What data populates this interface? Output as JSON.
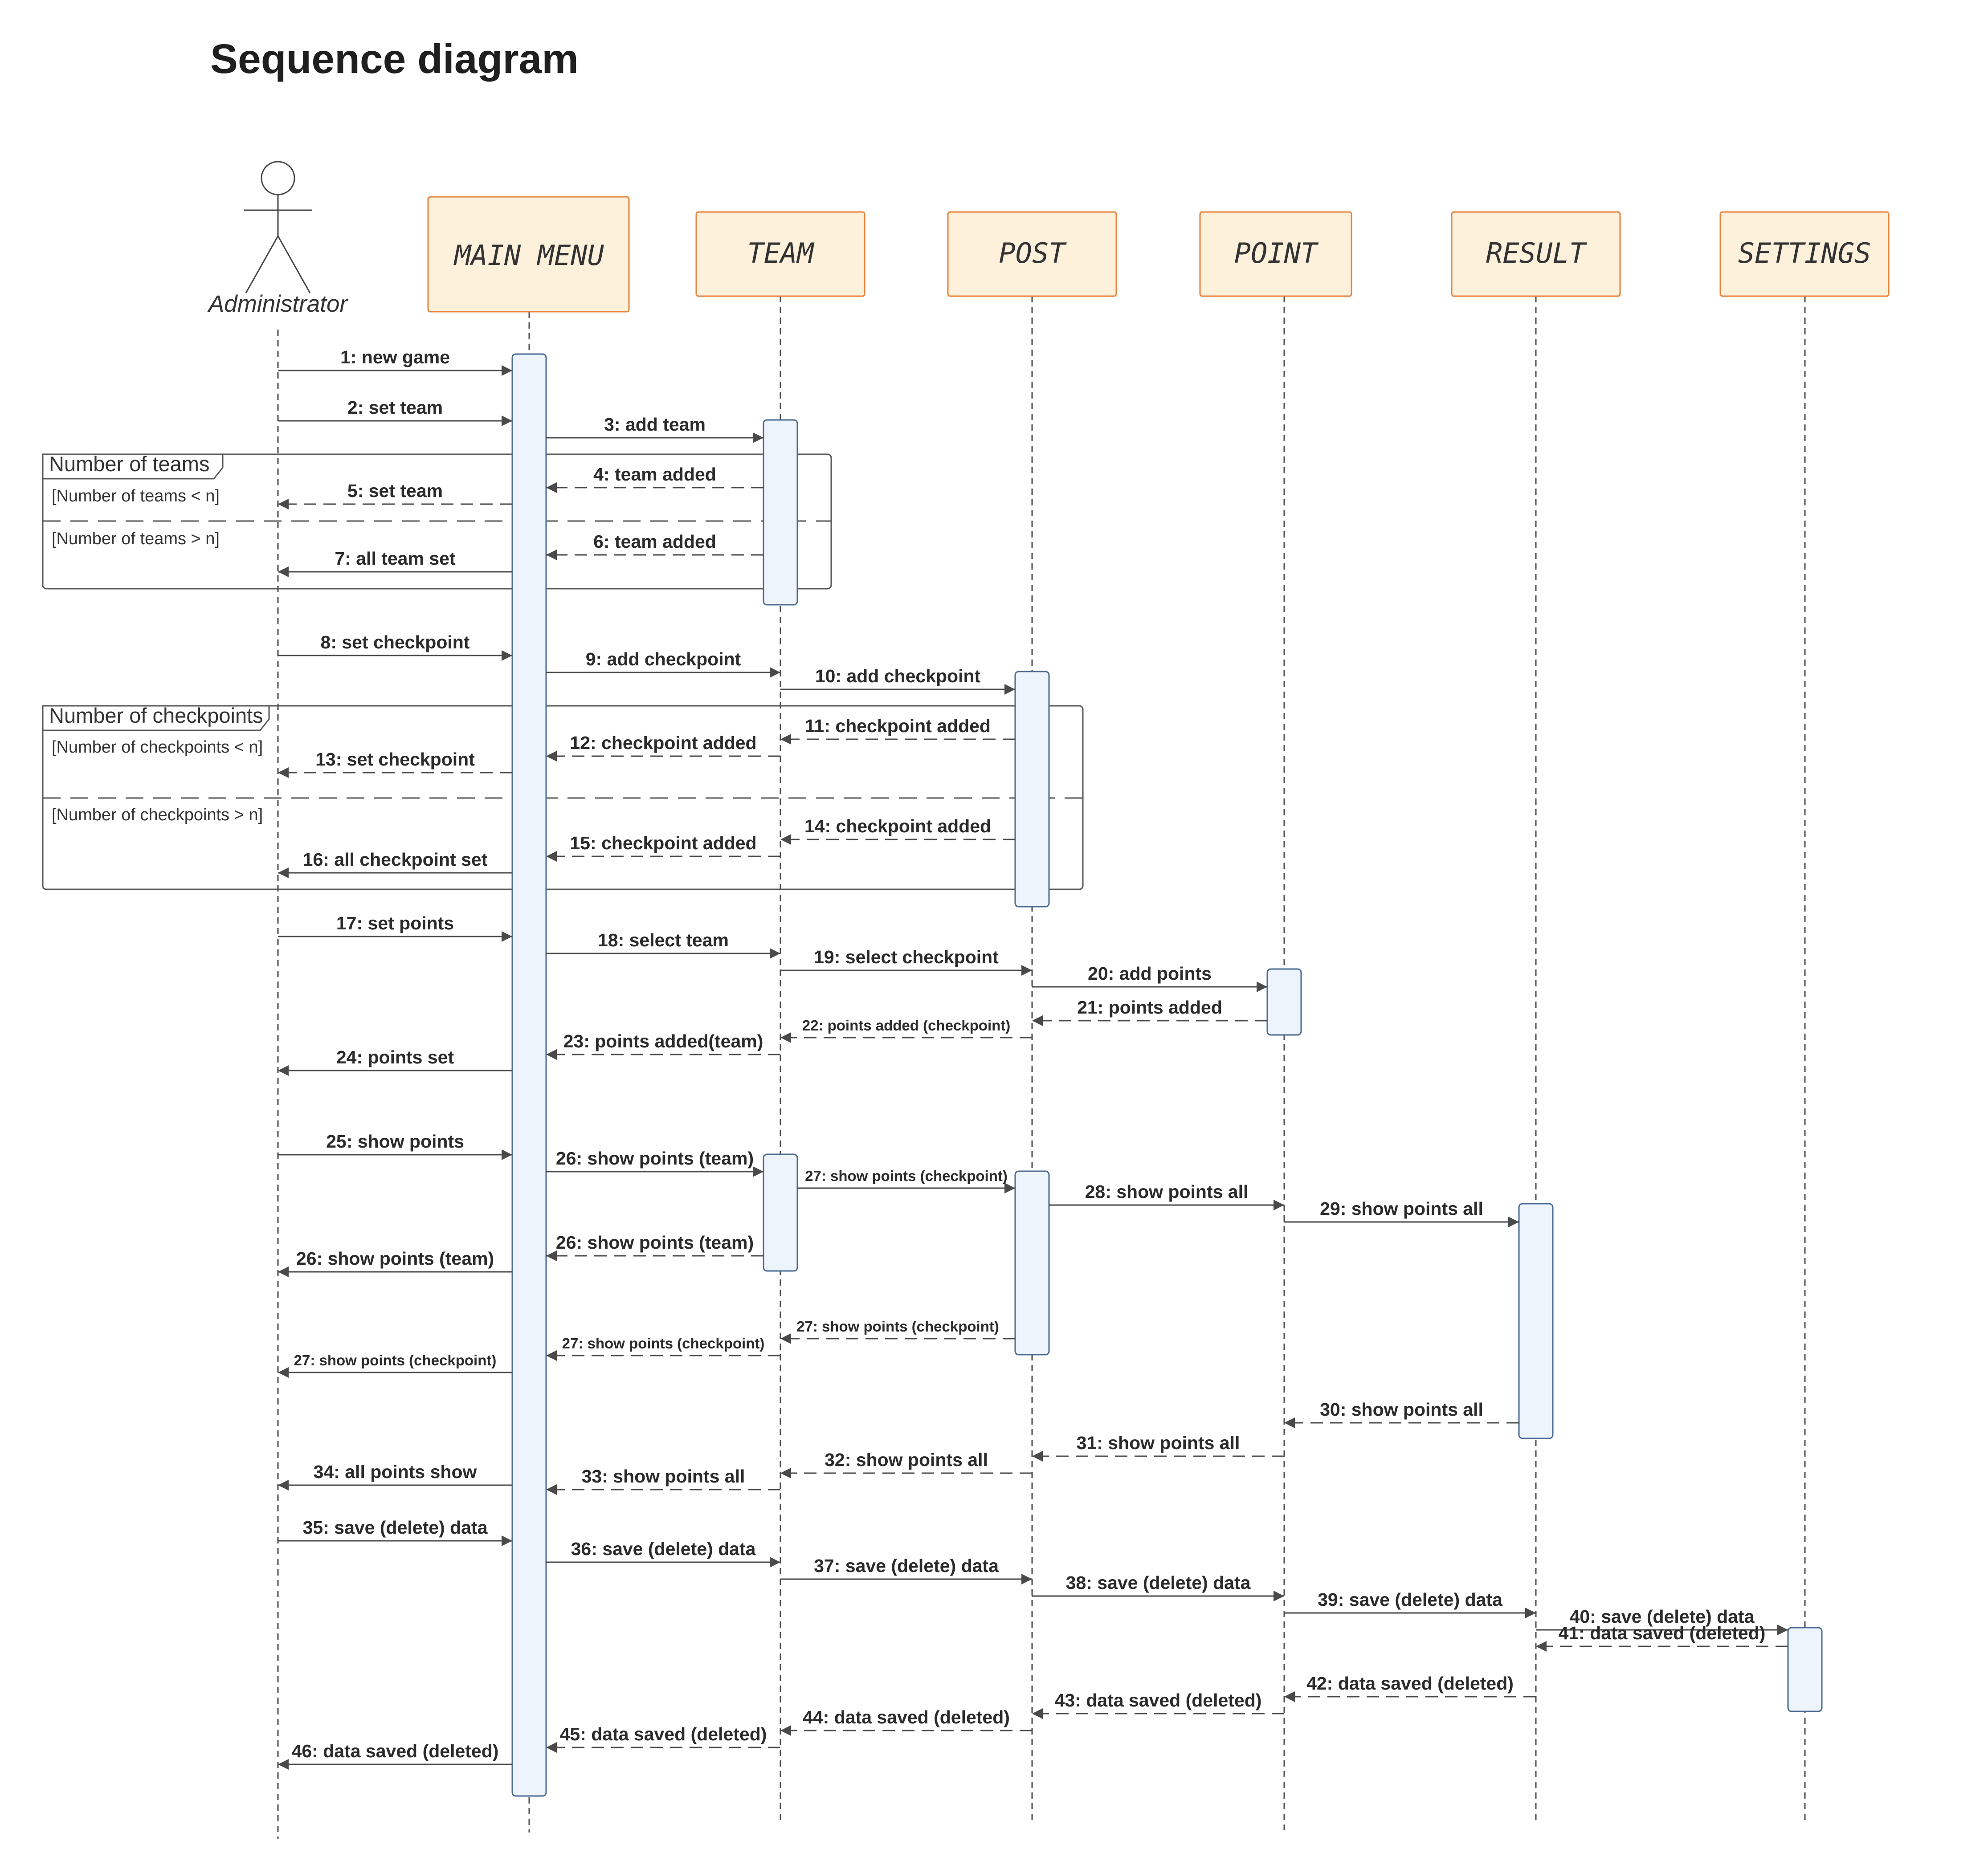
{
  "title": "Sequence diagram",
  "colors": {
    "participant_fill": "#fdf1dc",
    "participant_stroke": "#e8823a",
    "activation_fill": "#eef4fc",
    "activation_stroke": "#4a6a92",
    "line": "#4a4a4a"
  },
  "actor": {
    "label": "Administrator"
  },
  "participants": [
    {
      "id": "menu",
      "label": "MAIN MENU"
    },
    {
      "id": "team",
      "label": "TEAM"
    },
    {
      "id": "post",
      "label": "POST"
    },
    {
      "id": "point",
      "label": "POINT"
    },
    {
      "id": "result",
      "label": "RESULT"
    },
    {
      "id": "settings",
      "label": "SETTINGS"
    }
  ],
  "fragments": [
    {
      "name": "Number of teams",
      "guards": [
        "[Number of teams < n]",
        "[Number of teams > n]"
      ]
    },
    {
      "name": "Number of checkpoints",
      "guards": [
        "[Number of checkpoints < n]",
        "[Number of checkpoints > n]"
      ]
    }
  ],
  "messages": [
    {
      "num": "1",
      "text": "new game",
      "from": "admin",
      "to": "menu",
      "type": "sync"
    },
    {
      "num": "2",
      "text": "set team",
      "from": "admin",
      "to": "menu",
      "type": "sync"
    },
    {
      "num": "3",
      "text": "add team",
      "from": "menu",
      "to": "team",
      "type": "sync"
    },
    {
      "num": "4",
      "text": "team added",
      "from": "team",
      "to": "menu",
      "type": "reply"
    },
    {
      "num": "5",
      "text": "set team",
      "from": "menu",
      "to": "admin",
      "type": "reply"
    },
    {
      "num": "6",
      "text": "team added",
      "from": "team",
      "to": "menu",
      "type": "reply"
    },
    {
      "num": "7",
      "text": "all team set",
      "from": "menu",
      "to": "admin",
      "type": "sync"
    },
    {
      "num": "8",
      "text": "set checkpoint",
      "from": "admin",
      "to": "menu",
      "type": "sync"
    },
    {
      "num": "9",
      "text": "add checkpoint",
      "from": "menu",
      "to": "team",
      "type": "sync"
    },
    {
      "num": "10",
      "text": "add checkpoint",
      "from": "team",
      "to": "post",
      "type": "sync"
    },
    {
      "num": "11",
      "text": "checkpoint added",
      "from": "post",
      "to": "team",
      "type": "reply"
    },
    {
      "num": "12",
      "text": "checkpoint added",
      "from": "team",
      "to": "menu",
      "type": "reply"
    },
    {
      "num": "13",
      "text": "set checkpoint",
      "from": "menu",
      "to": "admin",
      "type": "reply"
    },
    {
      "num": "14",
      "text": "checkpoint added",
      "from": "post",
      "to": "team",
      "type": "reply"
    },
    {
      "num": "15",
      "text": "checkpoint added",
      "from": "team",
      "to": "menu",
      "type": "reply"
    },
    {
      "num": "16",
      "text": "all checkpoint set",
      "from": "menu",
      "to": "admin",
      "type": "sync"
    },
    {
      "num": "17",
      "text": "set points",
      "from": "admin",
      "to": "menu",
      "type": "sync"
    },
    {
      "num": "18",
      "text": "select team",
      "from": "menu",
      "to": "team",
      "type": "sync"
    },
    {
      "num": "19",
      "text": "select checkpoint",
      "from": "team",
      "to": "post",
      "type": "sync"
    },
    {
      "num": "20",
      "text": "add points",
      "from": "post",
      "to": "point",
      "type": "sync"
    },
    {
      "num": "21",
      "text": "points added",
      "from": "point",
      "to": "post",
      "type": "reply"
    },
    {
      "num": "22",
      "text": "points added (checkpoint)",
      "from": "post",
      "to": "team",
      "type": "reply"
    },
    {
      "num": "23",
      "text": "points added(team)",
      "from": "team",
      "to": "menu",
      "type": "reply"
    },
    {
      "num": "24",
      "text": "points set",
      "from": "menu",
      "to": "admin",
      "type": "sync"
    },
    {
      "num": "25",
      "text": "show  points",
      "from": "admin",
      "to": "menu",
      "type": "sync"
    },
    {
      "num": "26",
      "text": "show points (team)",
      "from": "menu",
      "to": "team",
      "type": "sync"
    },
    {
      "num": "27",
      "text": "show points (checkpoint)",
      "from": "team",
      "to": "post",
      "type": "sync"
    },
    {
      "num": "28",
      "text": "show points all",
      "from": "post",
      "to": "point",
      "type": "sync"
    },
    {
      "num": "29",
      "text": "show points all",
      "from": "point",
      "to": "result",
      "type": "sync"
    },
    {
      "num": "26",
      "text": "show points (team)",
      "from": "team",
      "to": "menu",
      "type": "reply"
    },
    {
      "num": "26",
      "text": "show points (team)",
      "from": "menu",
      "to": "admin",
      "type": "sync"
    },
    {
      "num": "27",
      "text": "show points (checkpoint)",
      "from": "post",
      "to": "team",
      "type": "reply"
    },
    {
      "num": "27",
      "text": "show points (checkpoint)",
      "from": "team",
      "to": "menu",
      "type": "reply"
    },
    {
      "num": "27",
      "text": "show points (checkpoint)",
      "from": "menu",
      "to": "admin",
      "type": "sync"
    },
    {
      "num": "30",
      "text": "show points all",
      "from": "result",
      "to": "point",
      "type": "reply"
    },
    {
      "num": "31",
      "text": "show points all",
      "from": "point",
      "to": "post",
      "type": "reply"
    },
    {
      "num": "32",
      "text": "show points all",
      "from": "post",
      "to": "team",
      "type": "reply"
    },
    {
      "num": "33",
      "text": "show points all",
      "from": "team",
      "to": "menu",
      "type": "reply"
    },
    {
      "num": "34",
      "text": "all points show",
      "from": "menu",
      "to": "admin",
      "type": "sync"
    },
    {
      "num": "35",
      "text": "save (delete) data",
      "from": "admin",
      "to": "menu",
      "type": "sync"
    },
    {
      "num": "36",
      "text": "save (delete) data",
      "from": "menu",
      "to": "team",
      "type": "sync"
    },
    {
      "num": "37",
      "text": "save (delete) data",
      "from": "team",
      "to": "post",
      "type": "sync"
    },
    {
      "num": "38",
      "text": "save (delete) data",
      "from": "post",
      "to": "point",
      "type": "sync"
    },
    {
      "num": "39",
      "text": "save (delete) data",
      "from": "point",
      "to": "result",
      "type": "sync"
    },
    {
      "num": "40",
      "text": "save (delete) data",
      "from": "result",
      "to": "settings",
      "type": "sync"
    },
    {
      "num": "41",
      "text": "data saved (deleted)",
      "from": "settings",
      "to": "result",
      "type": "reply"
    },
    {
      "num": "42",
      "text": "data saved (deleted)",
      "from": "result",
      "to": "point",
      "type": "reply"
    },
    {
      "num": "43",
      "text": "data saved (deleted)",
      "from": "point",
      "to": "post",
      "type": "reply"
    },
    {
      "num": "44",
      "text": "data saved (deleted)",
      "from": "post",
      "to": "team",
      "type": "reply"
    },
    {
      "num": "45",
      "text": "data saved (deleted)",
      "from": "team",
      "to": "menu",
      "type": "reply"
    },
    {
      "num": "46",
      "text": "data saved (deleted)",
      "from": "menu",
      "to": "admin",
      "type": "sync"
    }
  ]
}
